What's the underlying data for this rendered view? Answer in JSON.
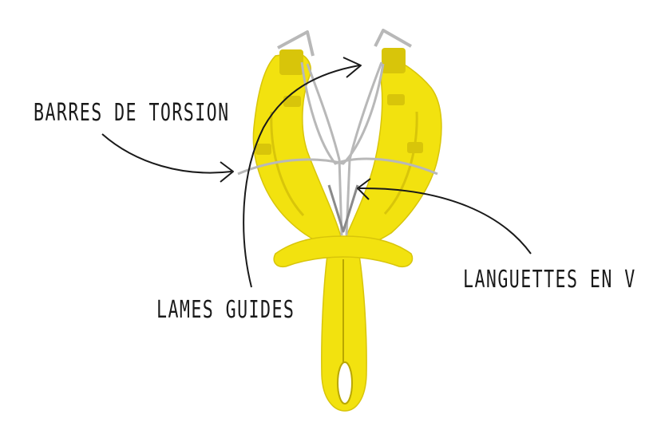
{
  "labels": {
    "torsion_bars": "BARRES DE TORSION",
    "guide_blades": "LAMES GUIDES",
    "v_tabs": "LANGUETTES EN V"
  },
  "colors": {
    "body": "#f2e20f",
    "body_shadow": "#d8c50a",
    "body_dark": "#b9a700",
    "metal": "#b8b8b8",
    "metal_dark": "#8a8a8a",
    "ink": "#1a1a1a",
    "background": "#ffffff"
  }
}
